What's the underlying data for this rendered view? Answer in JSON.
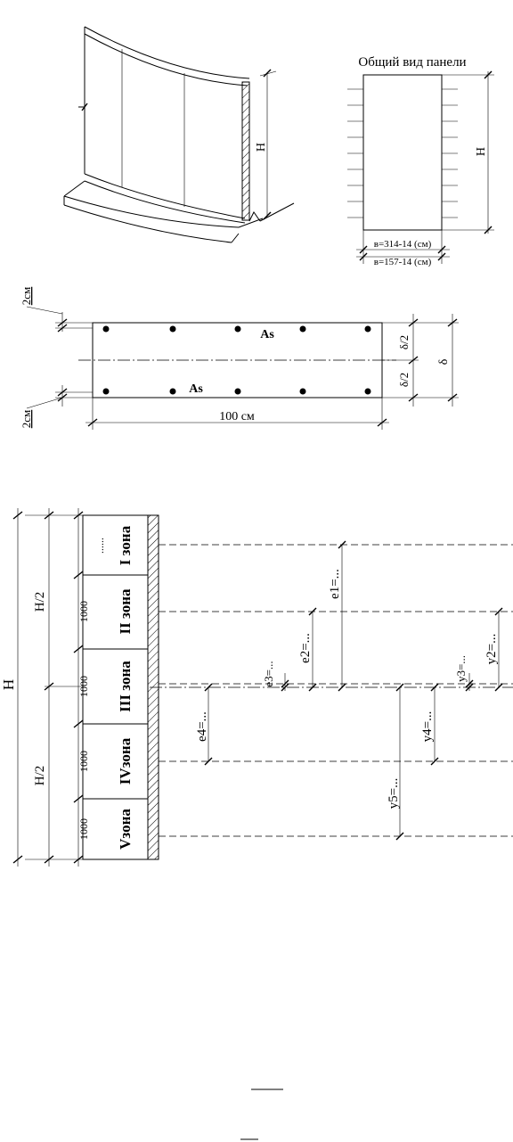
{
  "panel_view": {
    "title": "Общий вид панели",
    "height_label": "H",
    "width_label_1": "в=314-14 (см)",
    "width_label_2": "в=157-14 (см)"
  },
  "perspective": {
    "height_label": "H"
  },
  "section": {
    "top_offset": "2см",
    "bottom_offset": "2см",
    "rebar_top": "As",
    "rebar_bottom": "As",
    "half_top": "δ/2",
    "half_bottom": "δ/2",
    "thickness": "δ",
    "width": "100 см"
  },
  "zones": {
    "total_height": "H",
    "half_top": "H/2",
    "half_bottom": "H/2",
    "top_dim": "......",
    "dim_2": "1000",
    "dim_3": "1000",
    "dim_4": "1000",
    "dim_5": "1000",
    "zone_1": "I зона",
    "zone_2": "II зона",
    "zone_3": "III зона",
    "zone_4": "IVзона",
    "zone_5": "Vзона",
    "e1": "e1=...",
    "e2": "e2=...",
    "e3": "e3=...",
    "e4": "e4=...",
    "y2": "y2=...",
    "y3": "y3=...",
    "y4": "y4=...",
    "y5": "y5=..."
  }
}
